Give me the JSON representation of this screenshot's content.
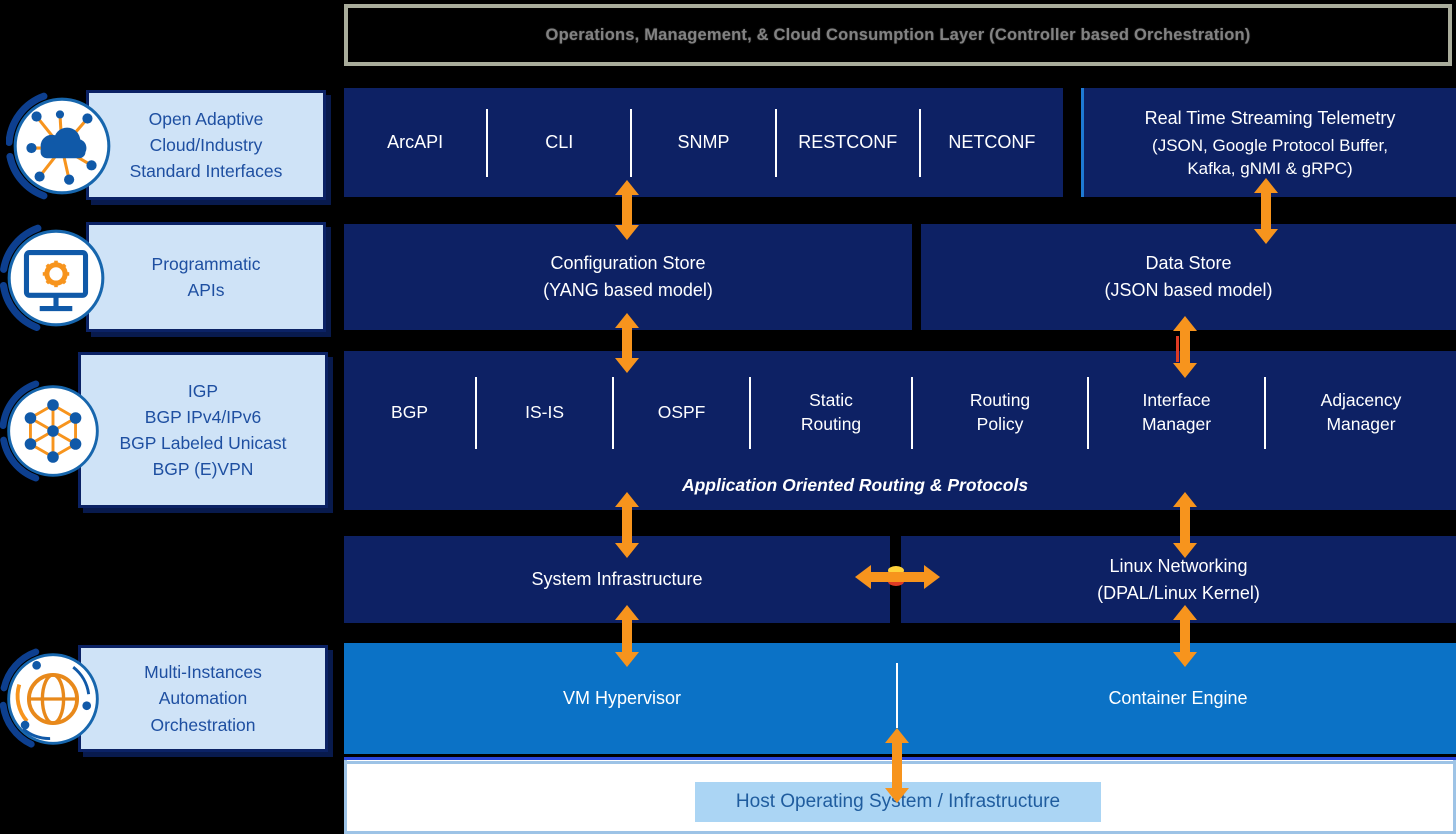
{
  "colors": {
    "background": "#000000",
    "panel_navy": "#0d2164",
    "panel_blue": "#0b72c6",
    "arrow_orange": "#f7941d",
    "side_label_fill": "#cfe3f7",
    "side_label_border": "#0b2265",
    "side_label_text": "#1e4fa1",
    "banner_border": "#a9ac9b",
    "banner_text": "#828282",
    "host_box_fill": "#abd5f4",
    "host_box_text": "#1f5c9e"
  },
  "banner": {
    "label": "Operations, Management, & Cloud Consumption Layer (Controller based Orchestration)"
  },
  "side_labels": [
    {
      "icon": "cloud-network-icon",
      "lines": [
        "Open Adaptive",
        "Cloud/Industry",
        "Standard Interfaces"
      ]
    },
    {
      "icon": "monitor-gear-icon",
      "lines": [
        "Programmatic",
        "APIs"
      ]
    },
    {
      "icon": "mesh-network-icon",
      "lines": [
        "IGP",
        "BGP IPv4/IPv6",
        "BGP Labeled Unicast",
        "BGP (E)VPN"
      ]
    },
    {
      "icon": "globe-orbit-icon",
      "lines": [
        "Multi-Instances",
        "Automation",
        "Orchestration"
      ]
    }
  ],
  "management_interfaces": {
    "items": [
      "ArcAPI",
      "CLI",
      "SNMP",
      "RESTCONF",
      "NETCONF"
    ]
  },
  "telemetry": {
    "lines": [
      "Real Time Streaming Telemetry",
      "(JSON, Google Protocol  Buffer,",
      "Kafka, gNMI & gRPC)"
    ]
  },
  "configuration_store": {
    "lines": [
      "Configuration Store",
      "(YANG based model)"
    ]
  },
  "data_store": {
    "lines": [
      "Data Store",
      "(JSON based model)"
    ]
  },
  "routing": {
    "items": [
      "BGP",
      "IS-IS",
      "OSPF",
      "Static Routing",
      "Routing Policy",
      "Interface Manager",
      "Adjacency Manager"
    ],
    "caption": "Application Oriented Routing & Protocols"
  },
  "system_infrastructure": {
    "label": "System Infrastructure"
  },
  "linux_networking": {
    "lines": [
      "Linux Networking",
      "(DPAL/Linux Kernel)"
    ]
  },
  "virtualization": {
    "vm": "VM Hypervisor",
    "container": "Container Engine"
  },
  "host": {
    "label": "Host Operating System / Infrastructure"
  }
}
